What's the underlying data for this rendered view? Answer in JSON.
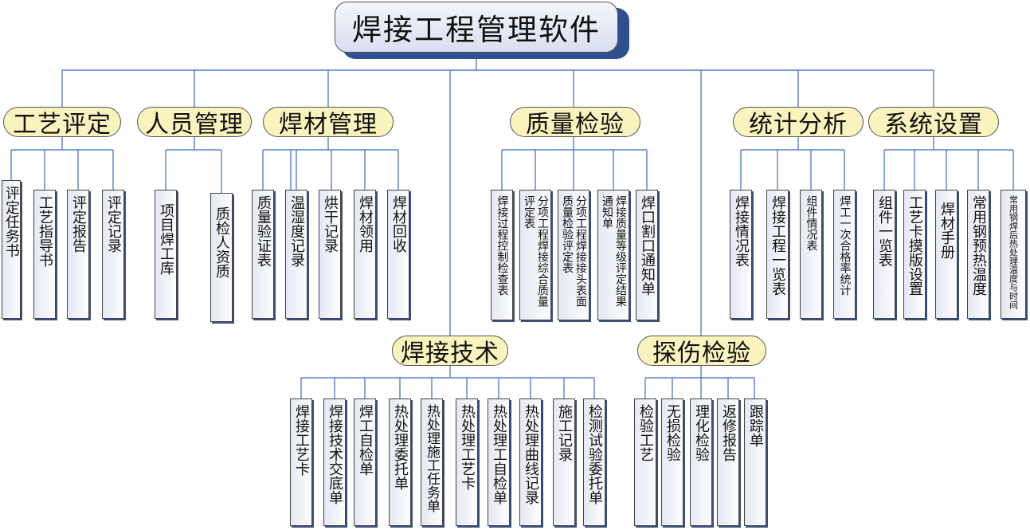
{
  "title": "焊接工程管理软件",
  "categories": {
    "gongyi": "工艺评定",
    "renyuan": "人员管理",
    "hancai": "焊材管理",
    "zhiliang": "质量检验",
    "tongji": "统计分析",
    "xitong": "系统设置",
    "hanjie": "焊接技术",
    "tanshang": "探伤检验"
  },
  "leaves": {
    "gongyi": [
      "评定任务书",
      "工艺指导书",
      "评定报告",
      "评定记录"
    ],
    "renyuan": [
      "项目焊工库",
      "质检人资质"
    ],
    "hancai": [
      "质量验证表",
      "温湿度记录",
      "烘干记录",
      "焊材领用",
      "焊材回收"
    ],
    "zhiliang": [
      "焊接过程控制检查表",
      "分项工程焊接综合质量评定表",
      "分项工程焊接接头表面质量检验评定表",
      "焊接质量等级评定结果通知单",
      "焊口割口通知单"
    ],
    "tongji": [
      "焊接情况表",
      "焊接工程一览表",
      "组件情况表",
      "焊工一次合格率统计"
    ],
    "xitong": [
      "组件一览表",
      "工艺卡摸版设置",
      "焊材手册",
      "常用钢预热温度",
      "常用钢焊后热处理温度与时间"
    ],
    "hanjie": [
      "焊接工艺卡",
      "焊接技术交底单",
      "焊工自检单",
      "热处理委托单",
      "热处理施工任务单",
      "热处理工艺卡",
      "热处理工自检单",
      "热处理曲线记录",
      "施工记录",
      "检测试验委托单"
    ],
    "tanshang": [
      "检验工艺",
      "无损检验",
      "理化检验",
      "返修报告",
      "跟踪单"
    ]
  },
  "colors": {
    "title_shadow": "#2f4f8f",
    "category_fill": "#fbf3bd",
    "connector": "#3a6bc4"
  }
}
